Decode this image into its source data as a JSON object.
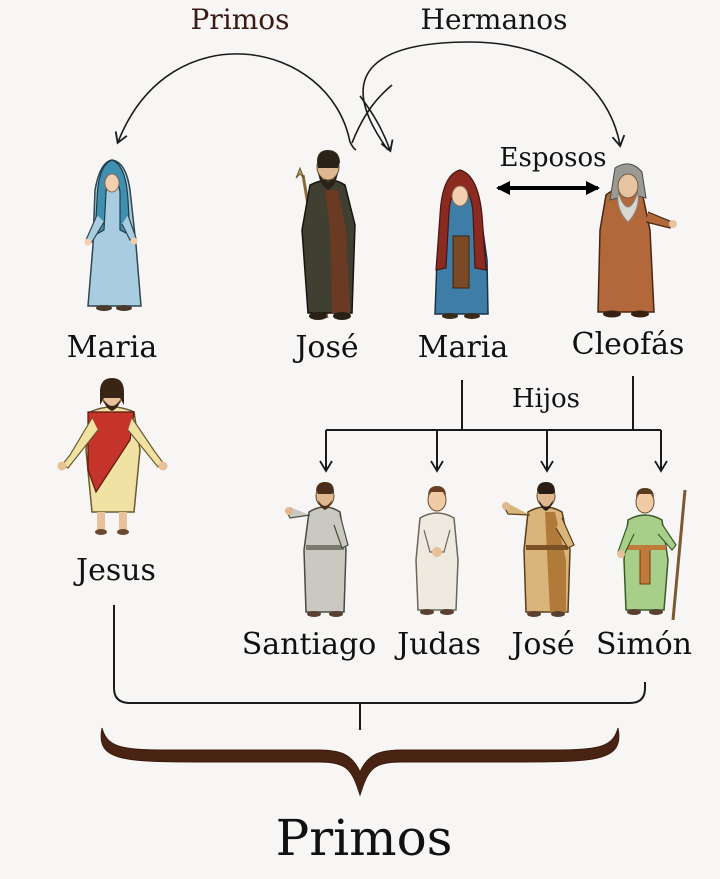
{
  "relations": {
    "primos_top": "Primos",
    "hermanos": "Hermanos",
    "esposos": "Esposos",
    "hijos": "Hijos",
    "primos_bottom": "Primos"
  },
  "people": {
    "maria_1": "Maria",
    "jose_1": "José",
    "maria_2": "Maria",
    "cleofas": "Cleofás",
    "jesus": "Jesus",
    "santiago": "Santiago",
    "judas": "Judas",
    "jose_2": "José",
    "simon": "Simón"
  },
  "colors": {
    "line": "#1a1a1a",
    "brace": "#4a2412",
    "maria_1_robe": "#a9cde0",
    "jose_1_robe": "#3f3f32",
    "maria_2_robe": "#3e7ea6",
    "cleofas_robe": "#b3683c",
    "jesus_robe": "#f0e2a2",
    "jesus_sash": "#c4342a",
    "santiago_robe": "#c9c9c2",
    "judas_robe": "#eeeae0",
    "jose_2_robe": "#d9b47b",
    "simon_robe": "#a7cf8a"
  }
}
